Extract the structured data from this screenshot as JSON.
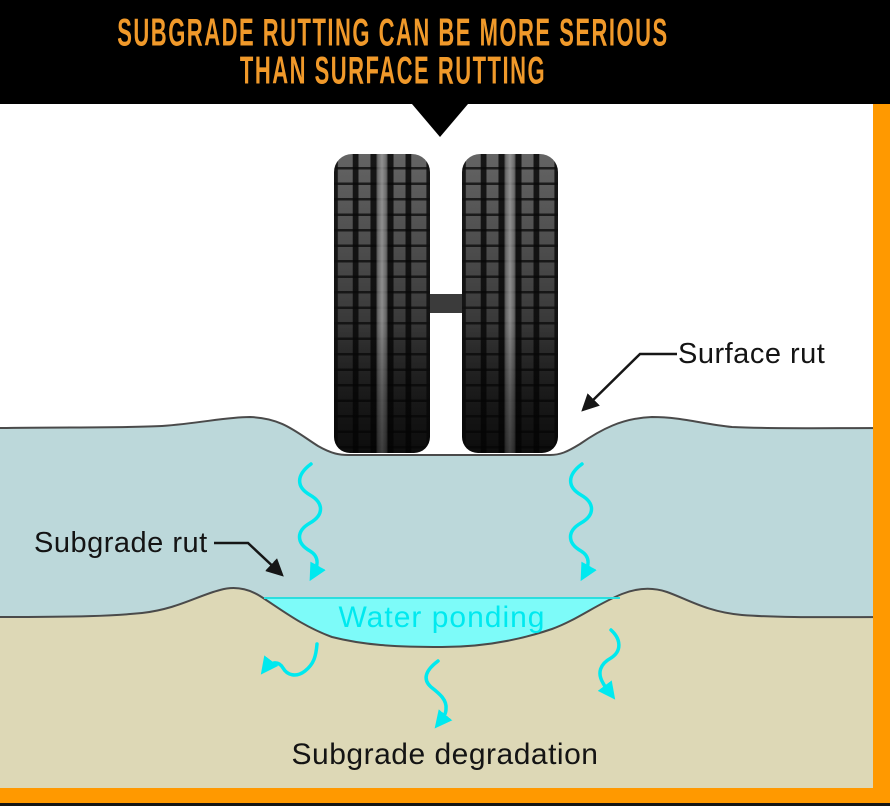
{
  "banner": {
    "line1": "SUBGRADE RUTTING CAN BE MORE SERIOUS",
    "line2": "THAN SURFACE RUTTING"
  },
  "labels": {
    "surface_rut": "Surface rut",
    "subgrade_rut": "Subgrade rut",
    "water_ponding": "Water ponding",
    "subgrade_degradation": "Subgrade degradation"
  },
  "icons": {
    "banner_pointer": "triangle-down",
    "surface_rut_pointer": "black-leader-arrow",
    "subgrade_rut_pointer": "black-leader-arrow",
    "infiltration_arrows": "cyan-squiggle-arrow-down",
    "seepage_arrows": "cyan-wavy-arrow"
  },
  "colors": {
    "banner_bg": "#000000",
    "banner_text": "#F0992A",
    "frame_orange": "#FF9900",
    "pavement_layer": "#BCD8DA",
    "subgrade_layer": "#DDD8B6",
    "pond_fill": "#7DFBF9",
    "cyan_accent": "#00E9EF",
    "outline": "#4A4A4A",
    "label_text": "#141414"
  }
}
